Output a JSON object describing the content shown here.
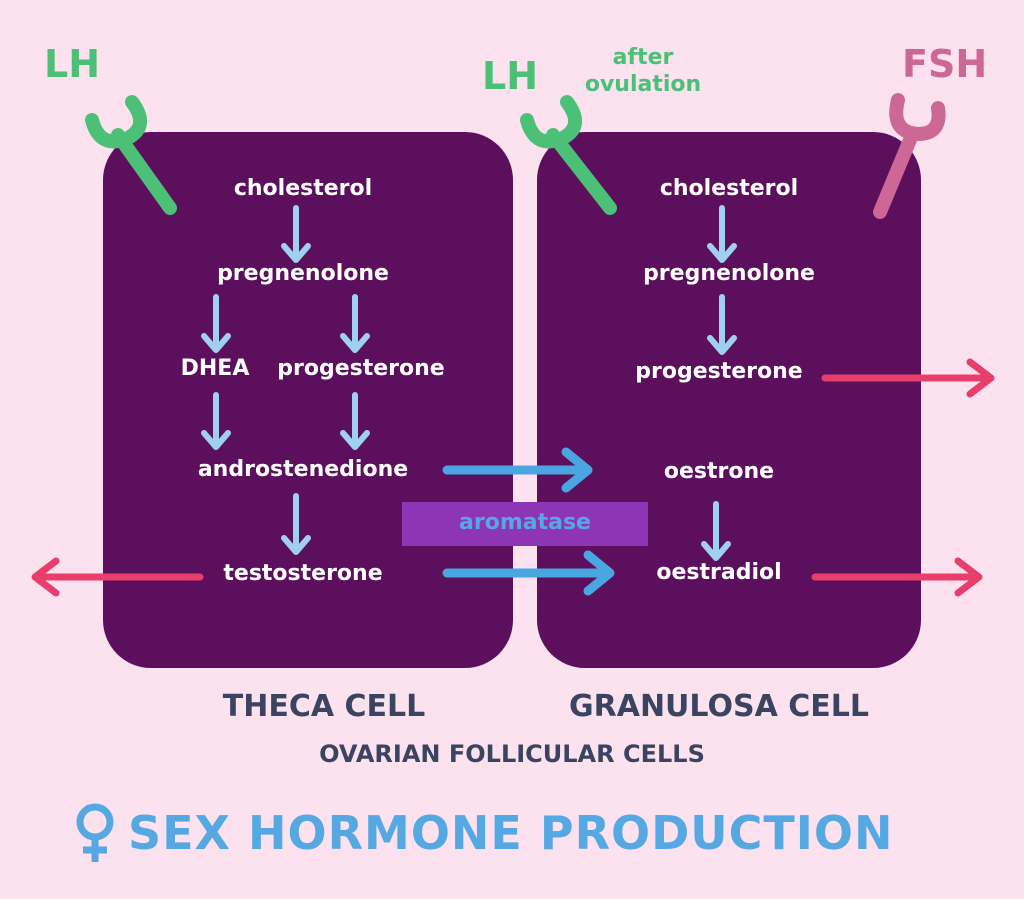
{
  "colors": {
    "background": "#fce1ef",
    "cell": "#5c0f5c",
    "lh": "#4cc077",
    "fsh": "#cc6796",
    "internal_arrow": "#9fd0ef",
    "transfer_arrow": "#4aa6e0",
    "secretion_arrow": "#e83e6c",
    "aromatase_bg": "#8d35b4",
    "title": "#56a8e2",
    "caption": "#3a4460"
  },
  "hormones": {
    "theca_lh": "LH",
    "granulosa_lh": "LH",
    "after_ovulation": "after ovulation",
    "fsh": "FSH"
  },
  "theca": {
    "cholesterol": "cholesterol",
    "pregnenolone": "pregnenolone",
    "dhea": "DHEA",
    "progesterone": "progesterone",
    "androstenedione": "androstenedione",
    "testosterone": "testosterone",
    "caption": "THECA CELL"
  },
  "granulosa": {
    "cholesterol": "cholesterol",
    "pregnenolone": "pregnenolone",
    "progesterone": "progesterone",
    "oestrone": "oestrone",
    "oestradiol": "oestradiol",
    "caption": "GRANULOSA CELL"
  },
  "aromatase": "aromatase",
  "subtitle": "OVARIAN FOLLICULAR CELLS",
  "title": "SEX HORMONE PRODUCTION",
  "icons": {
    "receptor": "receptor-icon",
    "female": "female-symbol-icon"
  }
}
